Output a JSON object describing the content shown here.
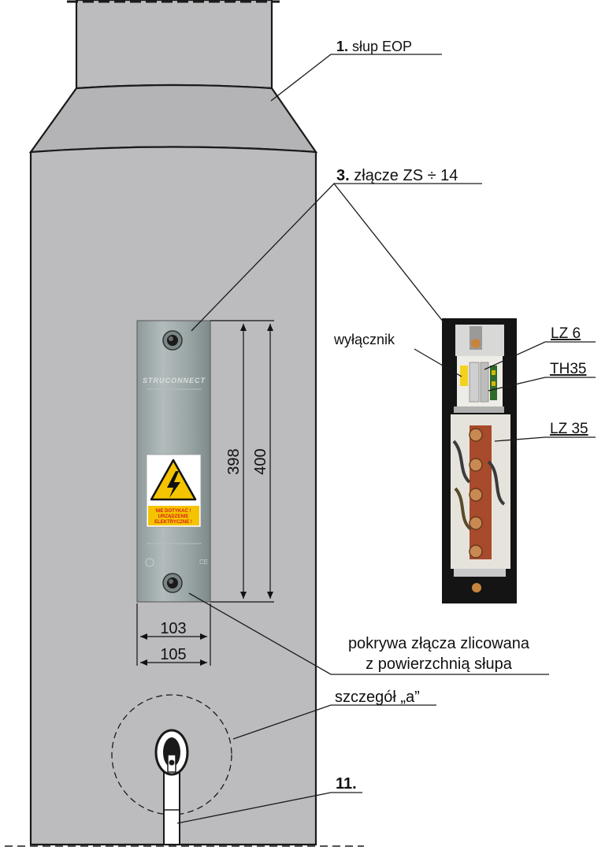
{
  "labels": {
    "pole": {
      "num": "1.",
      "text": " słup EOP"
    },
    "connector": {
      "num": "3.",
      "text": " złącze ZS ÷ 14"
    },
    "breaker": "wyłącznik",
    "lz6": "LZ 6",
    "th35": "TH35",
    "lz35": "LZ 35",
    "cover_note_line1": "pokrywa złącza zlicowana",
    "cover_note_line2": "z powierzchnią słupa",
    "detail": "szczegół „a”",
    "item11": "11."
  },
  "dimensions": {
    "height_inner": "398",
    "height_outer": "400",
    "width_inner": "103",
    "width_outer": "105"
  },
  "plate": {
    "brand": "STRUCONNECT",
    "warning_line1": "NIE DOTYKAĆ !",
    "warning_line2": "URZĄDZENIE",
    "warning_line3": "ELEKTRYCZNE !"
  },
  "colors": {
    "pole_fill": "#bcbcbe",
    "outline": "#1a1a1a",
    "plate_fill": "#9aa6a6",
    "warning_yellow": "#f4c400",
    "warning_red": "#d81e1e"
  }
}
